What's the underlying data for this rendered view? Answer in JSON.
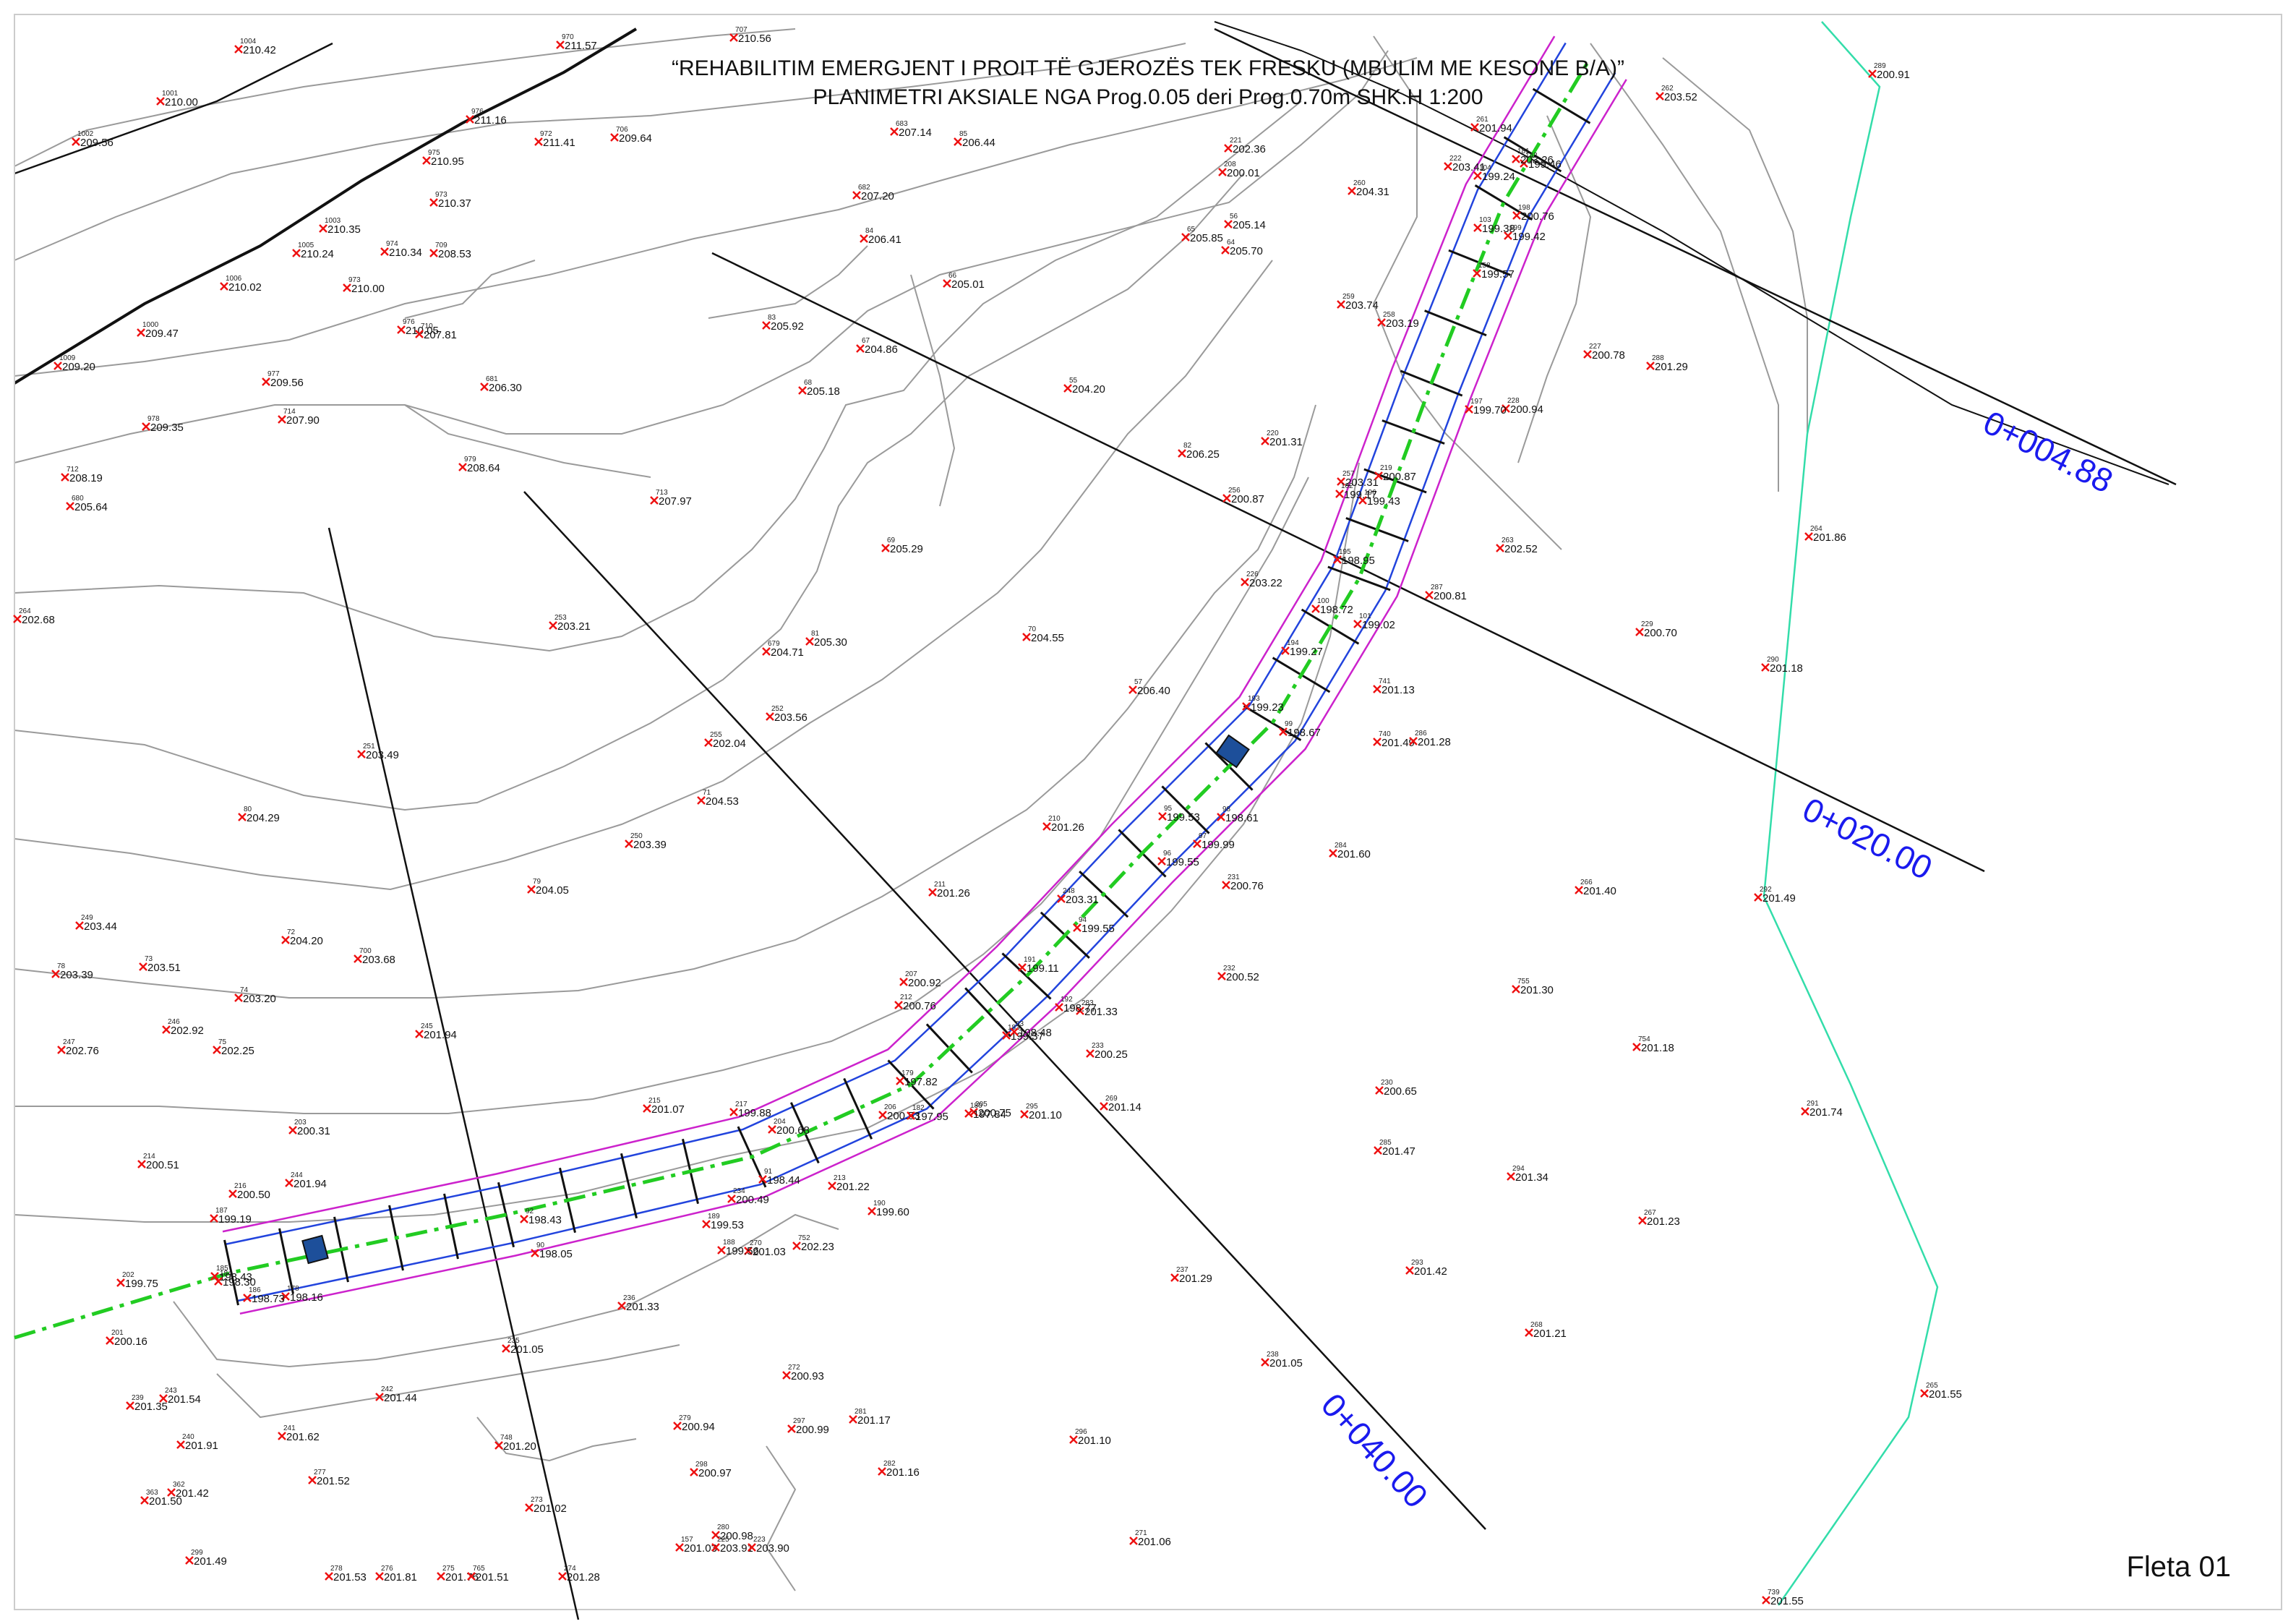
{
  "drawing": {
    "title_line1": "“REHABILITIM EMERGJENT I PROIT TË GJEROZËS  TEK FRESKU (MBULIM ME KESONE B/A)”",
    "title_line2": "PLANIMETRI AKSIALE NGA Prog.0.05  deri Prog.0.70m  SHK.H 1:200",
    "sheet_label": "Fleta 01"
  },
  "colors": {
    "contour": "#9a9a9a",
    "boundary": "#111111",
    "axis": "#22cc22",
    "channel_outer": "#cc22cc",
    "channel_inner": "#2244dd",
    "chainage_text": "#1a1aee",
    "parcel": "#33ddaa",
    "point": "#ee1111"
  },
  "chainages": [
    "0+004.88",
    "0+020.00",
    "0+040.00"
  ],
  "points": [
    {
      "id": "1004",
      "elev": "210.42"
    },
    {
      "id": "970",
      "elev": "211.57"
    },
    {
      "id": "707",
      "elev": "210.56"
    },
    {
      "id": "1001",
      "elev": "210.00"
    },
    {
      "id": "1002",
      "elev": "209.56"
    },
    {
      "id": "976",
      "elev": "211.16"
    },
    {
      "id": "972",
      "elev": "211.41"
    },
    {
      "id": "706",
      "elev": "209.64"
    },
    {
      "id": "683",
      "elev": "207.14"
    },
    {
      "id": "85",
      "elev": "206.44"
    },
    {
      "id": "975",
      "elev": "210.95"
    },
    {
      "id": "973",
      "elev": "210.37"
    },
    {
      "id": "682",
      "elev": "207.20"
    },
    {
      "id": "1003",
      "elev": "210.35"
    },
    {
      "id": "1005",
      "elev": "210.24"
    },
    {
      "id": "974",
      "elev": "210.34"
    },
    {
      "id": "709",
      "elev": "208.53"
    },
    {
      "id": "84",
      "elev": "206.41"
    },
    {
      "id": "65",
      "elev": "205.85"
    },
    {
      "id": "1006",
      "elev": "210.02"
    },
    {
      "id": "973",
      "elev": "210.00"
    },
    {
      "id": "66",
      "elev": "205.01"
    },
    {
      "id": "1000",
      "elev": "209.47"
    },
    {
      "id": "976",
      "elev": "210.05"
    },
    {
      "id": "710",
      "elev": "207.81"
    },
    {
      "id": "83",
      "elev": "205.92"
    },
    {
      "id": "67",
      "elev": "204.86"
    },
    {
      "id": "1009",
      "elev": "209.20"
    },
    {
      "id": "977",
      "elev": "209.56"
    },
    {
      "id": "681",
      "elev": "206.30"
    },
    {
      "id": "68",
      "elev": "205.18"
    },
    {
      "id": "55",
      "elev": "204.20"
    },
    {
      "id": "714",
      "elev": "207.90"
    },
    {
      "id": "978",
      "elev": "209.35"
    },
    {
      "id": "712",
      "elev": "208.19"
    },
    {
      "id": "680",
      "elev": "205.64"
    },
    {
      "id": "979",
      "elev": "208.64"
    },
    {
      "id": "713",
      "elev": "207.97"
    },
    {
      "id": "82",
      "elev": "206.25"
    },
    {
      "id": "69",
      "elev": "205.29"
    },
    {
      "id": "264",
      "elev": "202.68"
    },
    {
      "id": "253",
      "elev": "203.21"
    },
    {
      "id": "679",
      "elev": "204.71"
    },
    {
      "id": "81",
      "elev": "205.30"
    },
    {
      "id": "70",
      "elev": "204.55"
    },
    {
      "id": "252",
      "elev": "203.56"
    },
    {
      "id": "255",
      "elev": "202.04"
    },
    {
      "id": "251",
      "elev": "203.49"
    },
    {
      "id": "71",
      "elev": "204.53"
    },
    {
      "id": "80",
      "elev": "204.29"
    },
    {
      "id": "250",
      "elev": "203.39"
    },
    {
      "id": "79",
      "elev": "204.05"
    },
    {
      "id": "249",
      "elev": "203.44"
    },
    {
      "id": "72",
      "elev": "204.20"
    },
    {
      "id": "248",
      "elev": "203.31"
    },
    {
      "id": "78",
      "elev": "203.39"
    },
    {
      "id": "73",
      "elev": "203.51"
    },
    {
      "id": "700",
      "elev": "203.68"
    },
    {
      "id": "74",
      "elev": "203.20"
    },
    {
      "id": "247",
      "elev": "202.76"
    },
    {
      "id": "246",
      "elev": "202.92"
    },
    {
      "id": "75",
      "elev": "202.25"
    },
    {
      "id": "245",
      "elev": "201.94"
    },
    {
      "id": "215",
      "elev": "201.07"
    },
    {
      "id": "214",
      "elev": "200.51"
    },
    {
      "id": "203",
      "elev": "200.31"
    },
    {
      "id": "244",
      "elev": "201.94"
    },
    {
      "id": "202",
      "elev": "199.75"
    },
    {
      "id": "201",
      "elev": "200.16"
    },
    {
      "id": "243",
      "elev": "201.54"
    },
    {
      "id": "242",
      "elev": "201.44"
    },
    {
      "id": "241",
      "elev": "201.62"
    },
    {
      "id": "239",
      "elev": "201.35"
    },
    {
      "id": "240",
      "elev": "201.91"
    },
    {
      "id": "362",
      "elev": "201.42"
    },
    {
      "id": "363",
      "elev": "201.50"
    },
    {
      "id": "277",
      "elev": "201.52"
    },
    {
      "id": "299",
      "elev": "201.49"
    },
    {
      "id": "278",
      "elev": "201.53"
    },
    {
      "id": "276",
      "elev": "201.81"
    },
    {
      "id": "275",
      "elev": "201.76"
    },
    {
      "id": "765",
      "elev": "201.51"
    },
    {
      "id": "274",
      "elev": "201.28"
    },
    {
      "id": "748",
      "elev": "201.20"
    },
    {
      "id": "273",
      "elev": "201.02"
    },
    {
      "id": "279",
      "elev": "200.94"
    },
    {
      "id": "298",
      "elev": "200.97"
    },
    {
      "id": "280",
      "elev": "200.98"
    },
    {
      "id": "297",
      "elev": "200.99"
    },
    {
      "id": "272",
      "elev": "200.93"
    },
    {
      "id": "281",
      "elev": "201.17"
    },
    {
      "id": "282",
      "elev": "201.16"
    },
    {
      "id": "296",
      "elev": "201.10"
    },
    {
      "id": "271",
      "elev": "201.06"
    },
    {
      "id": "270",
      "elev": "201.03"
    },
    {
      "id": "752",
      "elev": "202.23"
    },
    {
      "id": "236",
      "elev": "201.33"
    },
    {
      "id": "235",
      "elev": "201.05"
    },
    {
      "id": "237",
      "elev": "201.29"
    },
    {
      "id": "238",
      "elev": "201.05"
    },
    {
      "id": "295",
      "elev": "201.10"
    },
    {
      "id": "269",
      "elev": "201.14"
    },
    {
      "id": "233",
      "elev": "200.25"
    },
    {
      "id": "283",
      "elev": "201.33"
    },
    {
      "id": "232",
      "elev": "200.52"
    },
    {
      "id": "231",
      "elev": "200.76"
    },
    {
      "id": "284",
      "elev": "201.60"
    },
    {
      "id": "230",
      "elev": "200.65"
    },
    {
      "id": "285",
      "elev": "201.47"
    },
    {
      "id": "293",
      "elev": "201.42"
    },
    {
      "id": "294",
      "elev": "201.34"
    },
    {
      "id": "268",
      "elev": "201.21"
    },
    {
      "id": "267",
      "elev": "201.23"
    },
    {
      "id": "754",
      "elev": "201.18"
    },
    {
      "id": "755",
      "elev": "201.30"
    },
    {
      "id": "266",
      "elev": "201.40"
    },
    {
      "id": "292",
      "elev": "201.49"
    },
    {
      "id": "291",
      "elev": "201.74"
    },
    {
      "id": "265",
      "elev": "201.55"
    },
    {
      "id": "739",
      "elev": "201.55"
    },
    {
      "id": "740",
      "elev": "201.49"
    },
    {
      "id": "741",
      "elev": "201.13"
    },
    {
      "id": "286",
      "elev": "201.28"
    },
    {
      "id": "229",
      "elev": "200.70"
    },
    {
      "id": "290",
      "elev": "201.18"
    },
    {
      "id": "264",
      "elev": "201.86"
    },
    {
      "id": "263",
      "elev": "202.52"
    },
    {
      "id": "287",
      "elev": "200.81"
    },
    {
      "id": "228",
      "elev": "200.94"
    },
    {
      "id": "227",
      "elev": "200.78"
    },
    {
      "id": "288",
      "elev": "201.29"
    },
    {
      "id": "289",
      "elev": "200.91"
    },
    {
      "id": "262",
      "elev": "203.52"
    },
    {
      "id": "261",
      "elev": "201.94"
    },
    {
      "id": "222",
      "elev": "203.41"
    },
    {
      "id": "221",
      "elev": "202.36"
    },
    {
      "id": "260",
      "elev": "204.31"
    },
    {
      "id": "259",
      "elev": "203.74"
    },
    {
      "id": "258",
      "elev": "203.19"
    },
    {
      "id": "220",
      "elev": "201.31"
    },
    {
      "id": "257",
      "elev": "203.31"
    },
    {
      "id": "219",
      "elev": "200.87"
    },
    {
      "id": "256",
      "elev": "200.87"
    },
    {
      "id": "226",
      "elev": "203.22"
    },
    {
      "id": "208",
      "elev": "200.01"
    },
    {
      "id": "64",
      "elev": "205.70"
    },
    {
      "id": "56",
      "elev": "205.14"
    },
    {
      "id": "57",
      "elev": "206.40"
    },
    {
      "id": "210",
      "elev": "201.26"
    },
    {
      "id": "211",
      "elev": "201.26"
    },
    {
      "id": "207",
      "elev": "200.92"
    },
    {
      "id": "212",
      "elev": "200.76"
    },
    {
      "id": "206",
      "elev": "200.53"
    },
    {
      "id": "213",
      "elev": "201.22"
    },
    {
      "id": "205",
      "elev": "200.75"
    },
    {
      "id": "204",
      "elev": "200.68"
    },
    {
      "id": "190",
      "elev": "199.60"
    },
    {
      "id": "234",
      "elev": "200.49"
    },
    {
      "id": "189",
      "elev": "199.53"
    },
    {
      "id": "188",
      "elev": "199.56"
    },
    {
      "id": "187",
      "elev": "199.19"
    },
    {
      "id": "216",
      "elev": "200.50"
    },
    {
      "id": "217",
      "elev": "199.88"
    },
    {
      "id": "91",
      "elev": "198.44"
    },
    {
      "id": "92",
      "elev": "198.43"
    },
    {
      "id": "90",
      "elev": "198.05"
    },
    {
      "id": "178",
      "elev": "198.16"
    },
    {
      "id": "186",
      "elev": "198.73"
    },
    {
      "id": "185",
      "elev": "198.43"
    },
    {
      "id": "184",
      "elev": "198.30"
    },
    {
      "id": "179",
      "elev": "197.82"
    },
    {
      "id": "182",
      "elev": "197.95"
    },
    {
      "id": "180",
      "elev": "197.84"
    },
    {
      "id": "183",
      "elev": "199.37"
    },
    {
      "id": "93",
      "elev": "198.48"
    },
    {
      "id": "191",
      "elev": "199.11"
    },
    {
      "id": "94",
      "elev": "199.55"
    },
    {
      "id": "192",
      "elev": "198.77"
    },
    {
      "id": "95",
      "elev": "199.53"
    },
    {
      "id": "96",
      "elev": "199.55"
    },
    {
      "id": "97",
      "elev": "199.99"
    },
    {
      "id": "98",
      "elev": "198.61"
    },
    {
      "id": "193",
      "elev": "199.23"
    },
    {
      "id": "99",
      "elev": "198.67"
    },
    {
      "id": "100",
      "elev": "198.72"
    },
    {
      "id": "194",
      "elev": "199.27"
    },
    {
      "id": "101",
      "elev": "199.02"
    },
    {
      "id": "195",
      "elev": "198.95"
    },
    {
      "id": "196",
      "elev": "199.43"
    },
    {
      "id": "102",
      "elev": "199.17"
    },
    {
      "id": "197",
      "elev": "199.70"
    },
    {
      "id": "103",
      "elev": "199.38"
    },
    {
      "id": "158",
      "elev": "199.57"
    },
    {
      "id": "104",
      "elev": "199.24"
    },
    {
      "id": "198",
      "elev": "200.76"
    },
    {
      "id": "199",
      "elev": "199.42"
    },
    {
      "id": "143",
      "elev": "199.46"
    },
    {
      "id": "181",
      "elev": "203.26"
    },
    {
      "id": "157",
      "elev": "201.03"
    },
    {
      "id": "225",
      "elev": "203.91"
    },
    {
      "id": "223",
      "elev": "203.90"
    }
  ]
}
